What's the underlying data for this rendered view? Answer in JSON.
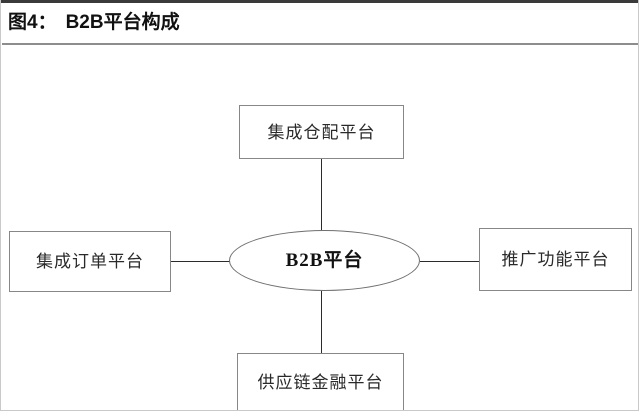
{
  "figure": {
    "index_label": "图4：",
    "title": "B2B平台构成",
    "full_title": "图4： B2B平台构成"
  },
  "colors": {
    "header_rule_top": "#3a3a3a",
    "header_rule_bottom": "#8d8d8d",
    "node_border": "#878787",
    "ellipse_border": "#6f6f6f",
    "connector": "#2b2b2b",
    "canvas_border": "#c9c9c9",
    "background": "#ffffff",
    "text": "#2a2a2a",
    "title_text": "#111111"
  },
  "diagram": {
    "type": "hub-and-spoke",
    "center": {
      "id": "b2b-platform",
      "shape": "ellipse",
      "label": "B2B平台"
    },
    "nodes": [
      {
        "id": "integrated-warehouse-distribution",
        "position": "top",
        "shape": "rectangle",
        "label": "集成仓配平台"
      },
      {
        "id": "integrated-order",
        "position": "left",
        "shape": "rectangle",
        "label": "集成订单平台"
      },
      {
        "id": "promotion-function",
        "position": "right",
        "shape": "rectangle",
        "label": "推广功能平台"
      },
      {
        "id": "supply-chain-finance",
        "position": "bottom",
        "shape": "rectangle",
        "label": "供应链金融平台"
      }
    ],
    "edges": [
      {
        "from": "b2b-platform",
        "to": "integrated-warehouse-distribution",
        "orientation": "vertical"
      },
      {
        "from": "b2b-platform",
        "to": "integrated-order",
        "orientation": "horizontal"
      },
      {
        "from": "b2b-platform",
        "to": "promotion-function",
        "orientation": "horizontal"
      },
      {
        "from": "b2b-platform",
        "to": "supply-chain-finance",
        "orientation": "vertical"
      }
    ]
  }
}
